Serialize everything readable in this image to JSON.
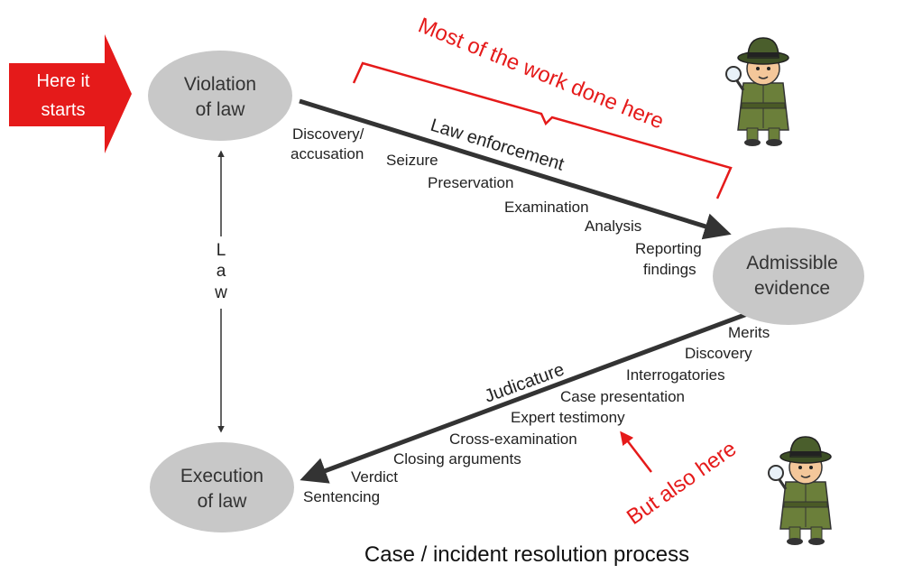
{
  "start_arrow": {
    "line1": "Here it",
    "line2": "starts"
  },
  "nodes": {
    "violation": {
      "line1": "Violation",
      "line2": "of law"
    },
    "admissible": {
      "line1": "Admissible",
      "line2": "evidence"
    },
    "execution": {
      "line1": "Execution",
      "line2": "of law"
    }
  },
  "law_axis": {
    "letters": [
      "L",
      "a",
      "w"
    ]
  },
  "law_enforcement": {
    "title": "Law enforcement",
    "steps": [
      "Discovery/",
      "accusation",
      "Seizure",
      "Preservation",
      "Examination",
      "Analysis",
      "Reporting",
      "findings"
    ]
  },
  "judicature": {
    "title": "Judicature",
    "steps": [
      "Merits",
      "Discovery",
      "Interrogatories",
      "Case presentation",
      "Expert testimony",
      "Cross-examination",
      "Closing arguments",
      "Verdict",
      "Sentencing"
    ]
  },
  "annotations": {
    "most_work": "Most of the work done here",
    "also_here": "But also here"
  },
  "caption": "Case / incident resolution process",
  "colors": {
    "accent_red": "#e51a1a",
    "node_gray": "#c8c8c8",
    "arrow": "#333333"
  },
  "icons": [
    "detective-icon"
  ]
}
